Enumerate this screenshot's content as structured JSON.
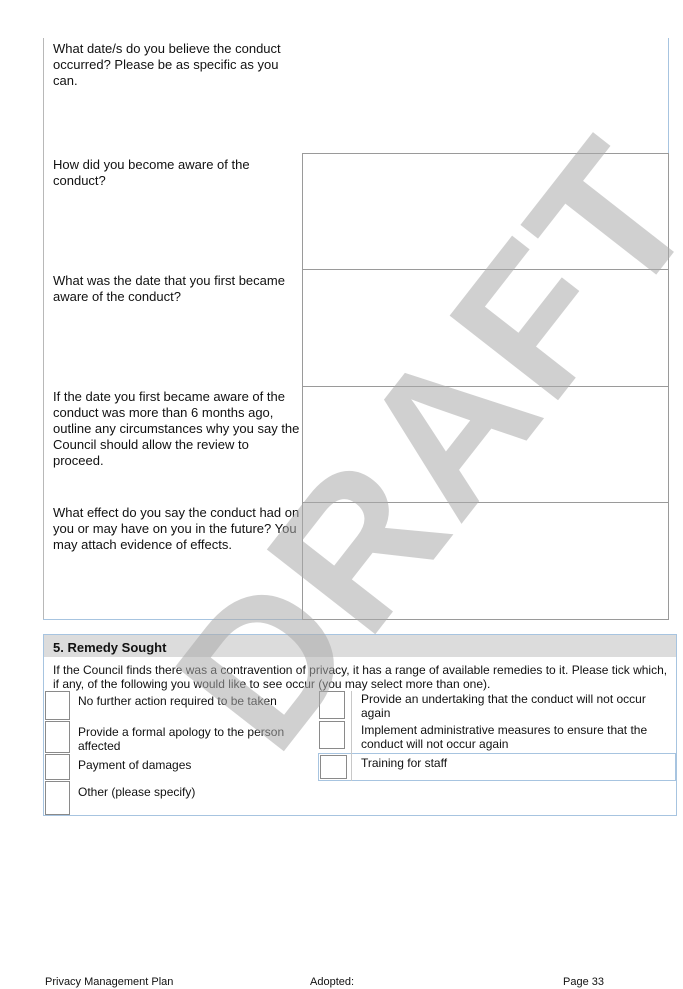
{
  "questions": [
    "What date/s do you believe the conduct occurred? Please be as specific as you can.",
    "How did you become aware of the conduct?",
    "What was the date that you first became aware of the conduct?",
    "If the date you first became aware of the conduct was more than 6 months ago, outline any circumstances why you say the Council should allow the review to proceed.",
    "What effect do you say the conduct had on you or may have on you in the future? You may attach evidence of effects."
  ],
  "remedy": {
    "title": "5. Remedy Sought",
    "intro": "If the Council finds there was a contravention of privacy, it has a range of available remedies to it. Please tick which, if any, of the following you would like to see occur (you may select more than one).",
    "left_options": [
      "No further action required to be taken",
      "Provide a formal apology to the person affected",
      "Payment of damages",
      "Other (please specify)"
    ],
    "right_options": [
      "Provide an undertaking that the conduct will not occur again",
      "Implement administrative measures to ensure that the conduct will not occur again",
      "Training for staff"
    ]
  },
  "watermark": "DRAFT",
  "footer": {
    "left": "Privacy Management Plan",
    "center": "Adopted:",
    "right": "Page 33"
  }
}
